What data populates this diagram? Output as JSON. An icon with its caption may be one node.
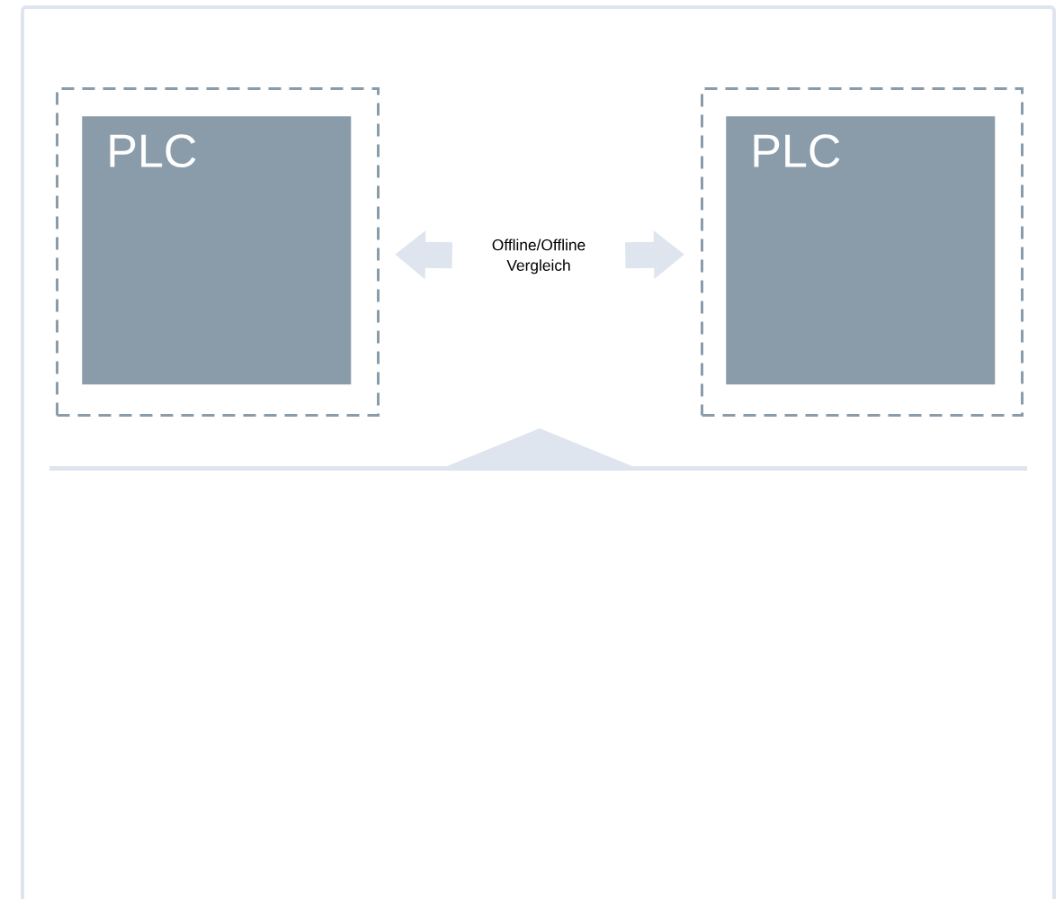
{
  "diagram": {
    "nodes": [
      {
        "text": [],
        "shape": "box"
      },
      {
        "text": [
          "PLC"
        ],
        "in": 0
      },
      {
        "text": [],
        "shape": "box"
      },
      {
        "text": [
          "PLC"
        ],
        "in": 2
      },
      {
        "text": [
          "Offline/Offline Vergleich"
        ]
      }
    ],
    "edges": [
      {
        "from": 4,
        "to": 0,
        "arrow": "to"
      },
      {
        "from": 4,
        "to": 2,
        "arrow": "to"
      }
    ]
  }
}
